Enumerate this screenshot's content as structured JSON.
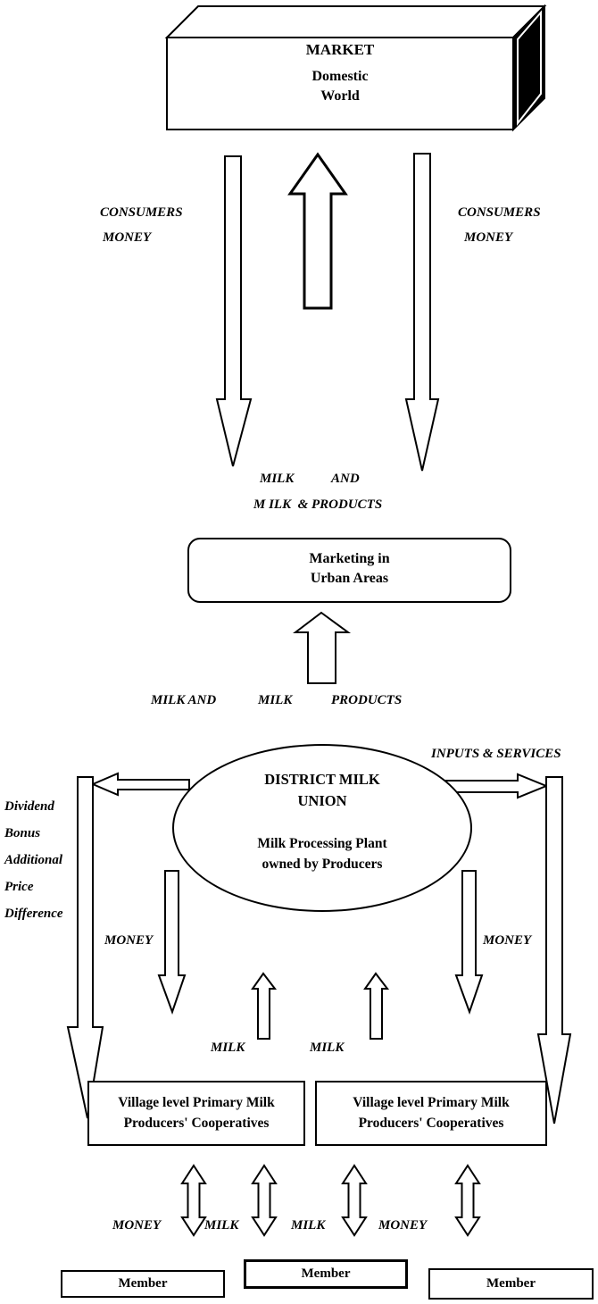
{
  "colors": {
    "ink": "#000000",
    "paper": "#ffffff"
  },
  "market": {
    "title": "MARKET",
    "line1": "Domestic",
    "line2": "World"
  },
  "marketing_box": {
    "line1": "Marketing in",
    "line2": "Urban Areas"
  },
  "union": {
    "title1": "DISTRICT MILK",
    "title2": "UNION",
    "sub1": "Milk Processing Plant",
    "sub2": "owned by Producers"
  },
  "village_left": {
    "line1": "Village level Primary Milk",
    "line2": "Producers' Cooperatives"
  },
  "village_right": {
    "line1": "Village level Primary Milk",
    "line2": "Producers' Cooperatives"
  },
  "members": [
    "Member",
    "Member",
    "Member"
  ],
  "benefits": [
    "Dividend",
    "Bonus",
    "Additional",
    "Price",
    "Difference"
  ],
  "flows": {
    "consumers_left_1": "CONSUMERS",
    "consumers_left_2": "MONEY",
    "consumers_right_1": "CONSUMERS",
    "consumers_right_2": "MONEY",
    "milk_upper_a": "MILK",
    "milk_upper_b": "AND",
    "milk_upper_line2": "M ILK  & PRODUCTS",
    "milk_lower_a": "MILK AND",
    "milk_lower_b": "MILK",
    "milk_lower_c": "PRODUCTS",
    "inputs_services": "INPUTS & SERVICES",
    "money_inner_left": "MONEY",
    "money_inner_right": "MONEY",
    "milk_inner_left": "MILK",
    "milk_inner_right": "MILK",
    "exchange": [
      "MONEY",
      "MILK",
      "MILK",
      "MONEY"
    ]
  }
}
